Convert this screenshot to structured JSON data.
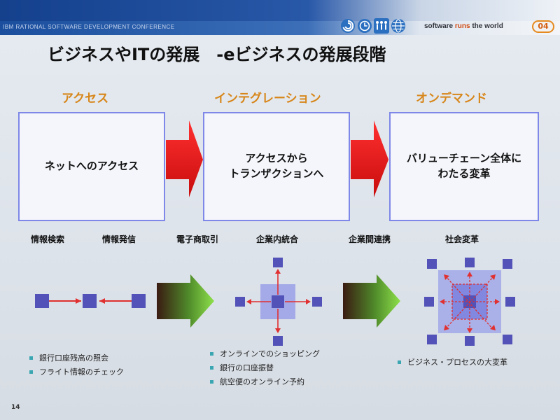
{
  "header": {
    "conference": "IBM RATIONAL SOFTWARE DEVELOPMENT CONFERENCE",
    "slogan_part1": "software ",
    "slogan_accent": "runs",
    "slogan_part2": " the world",
    "badge": "04",
    "icons": [
      "spiral-icon",
      "clock-icon",
      "people-icon",
      "globe-icon"
    ]
  },
  "title": "ビジネスやITの発展　-eビジネスの発展段階",
  "stages": [
    {
      "heading": "アクセス",
      "box": [
        "ネットへのアクセス"
      ]
    },
    {
      "heading": "インテグレーション",
      "box": [
        "アクセスから",
        "トランザクションへ"
      ]
    },
    {
      "heading": "オンデマンド",
      "box": [
        "バリューチェーン全体に",
        "わたる変革"
      ]
    }
  ],
  "labels": [
    "情報検索",
    "情報発信",
    "電子商取引",
    "企業内統合",
    "企業間連携",
    "社会変革"
  ],
  "bullets": {
    "access": [
      "銀行口座残高の照会",
      "フライト情報のチェック"
    ],
    "integration": [
      "オンラインでのショッピング",
      "銀行の口座振替",
      "航空便のオンライン予約"
    ],
    "ondemand": [
      "ビジネス・プロセスの大変革"
    ]
  },
  "colors": {
    "heading": "#d7861a",
    "box_border": "#7f88e8",
    "red_arrow": "#e01818",
    "green_arrow": "#7fd23a",
    "node": "#5252b8",
    "link": "#e03030",
    "bullet": "#3aa6b2"
  },
  "slide_number": "14"
}
